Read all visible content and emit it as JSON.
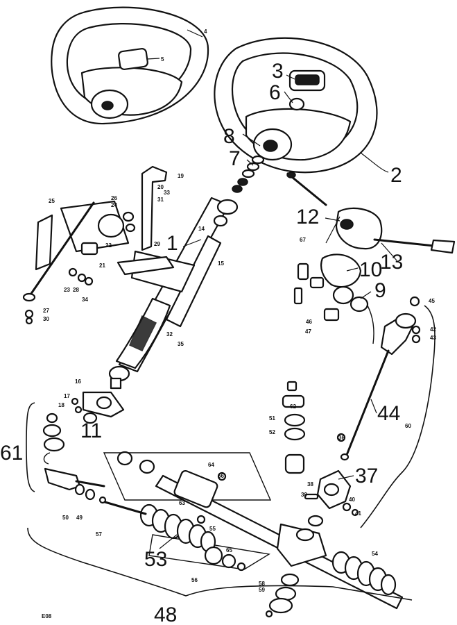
{
  "callouts_large": [
    "1",
    "2",
    "3",
    "6",
    "7",
    "8",
    "9",
    "10",
    "11",
    "12",
    "13",
    "37",
    "44",
    "48",
    "53",
    "61"
  ],
  "callouts_small": [
    "4",
    "5",
    "14",
    "15",
    "16",
    "17",
    "18",
    "19",
    "20",
    "21",
    "22",
    "23",
    "24",
    "25",
    "26",
    "27",
    "28",
    "29",
    "30",
    "31",
    "32",
    "33",
    "34",
    "35",
    "36",
    "38",
    "39",
    "40",
    "41",
    "42",
    "43",
    "45",
    "46",
    "47",
    "49",
    "50",
    "51",
    "52",
    "54",
    "55",
    "56",
    "57",
    "58",
    "59",
    "60",
    "62",
    "63",
    "64",
    "65",
    "66",
    "67"
  ],
  "footer_code": "E08"
}
